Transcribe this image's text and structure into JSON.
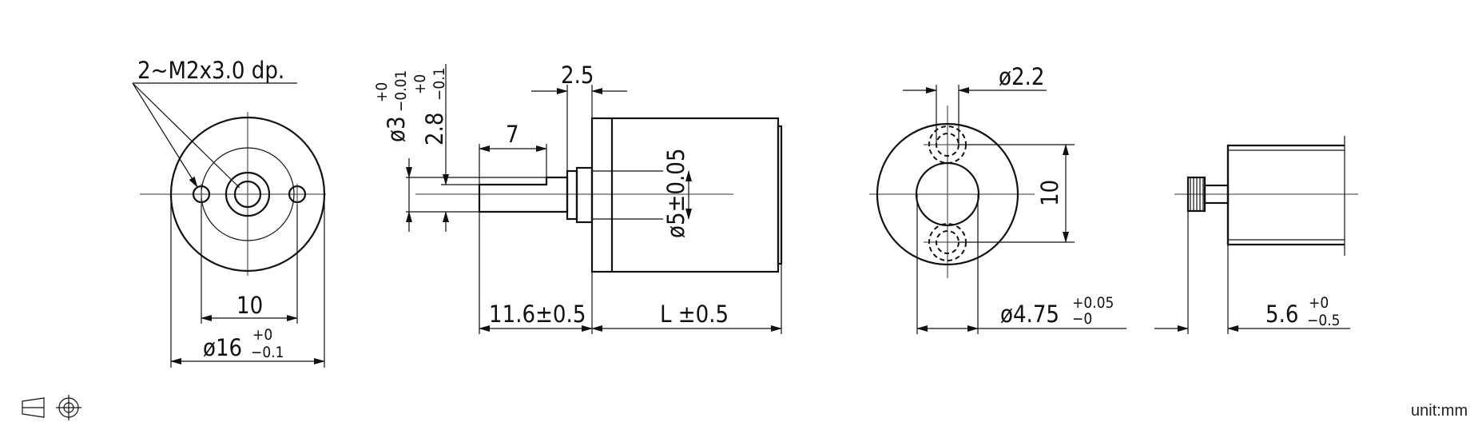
{
  "front_view": {
    "thread_note": "2~M2x3.0  dp.",
    "hole_spacing": "10",
    "outer_diameter": "ø16",
    "od_tol_upper": "+0",
    "od_tol_lower": "−0.1"
  },
  "side_view": {
    "shaft_dia": "ø3",
    "shaft_dia_tol_upper": "+0",
    "shaft_dia_tol_lower": "−0.01",
    "flat_dim": "2.8",
    "flat_tol_upper": "+0",
    "flat_tol_lower": "−0.1",
    "flat_length": "7",
    "boss_length": "2.5",
    "boss_dia": "ø5±0.05",
    "shaft_length": "11.6±0.5",
    "body_length": "L  ±0.5"
  },
  "rear_view": {
    "terminal_dia": "ø2.2",
    "terminal_spacing": "10",
    "terminal_width": "ø4.75",
    "tw_tol_upper": "+0.05",
    "tw_tol_lower": "−0"
  },
  "end_view": {
    "terminal_length": "5.6",
    "tl_tol_upper": "+0",
    "tl_tol_lower": "−0.5"
  },
  "footer": {
    "unit_label": "unit:mm",
    "projection_symbol": "projection-symbol"
  }
}
